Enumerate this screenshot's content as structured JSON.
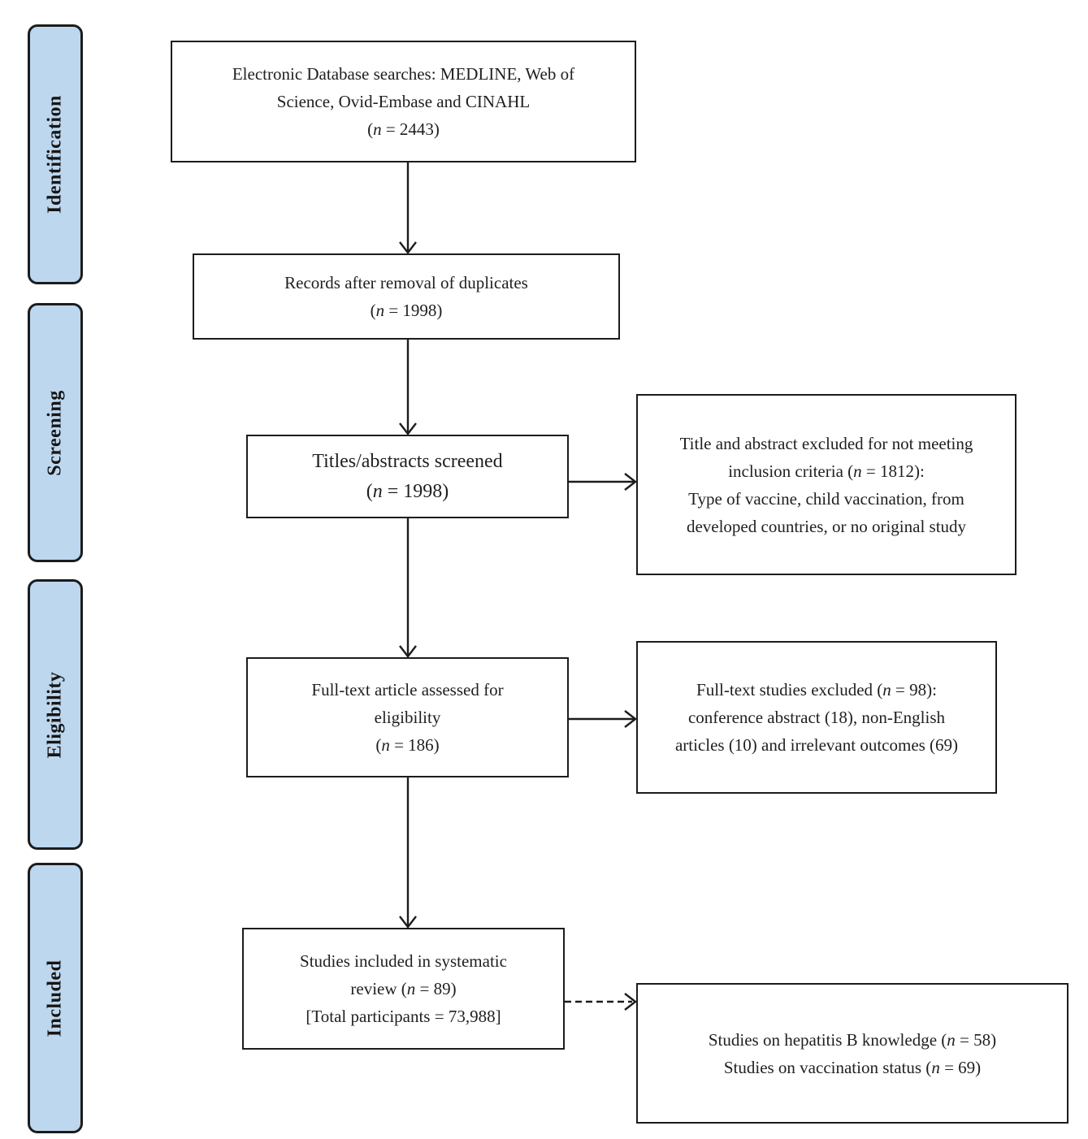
{
  "title": "PRISMA study selection flow diagram",
  "colors": {
    "stage_fill": "#BDD7EE",
    "line_color": "#1c1c1c",
    "box_fill": "#ffffff",
    "text_color": "#1f1f1f"
  },
  "sidebar": {
    "items": [
      {
        "label": "Identification"
      },
      {
        "label": "Screening"
      },
      {
        "label": "Eligibility"
      },
      {
        "label": "Included"
      }
    ]
  },
  "flow_boxes": [
    {
      "id": "database-search",
      "lines": [
        [
          {
            "t": "Electronic Database searches: MEDLINE, Web of"
          }
        ],
        [
          {
            "t": "Science, Ovid-Embase and CINAHL"
          }
        ],
        [
          {
            "t": "("
          },
          {
            "t": "n",
            "i": 1
          },
          {
            "t": " = 2443)"
          }
        ]
      ]
    },
    {
      "id": "duplicates-removed",
      "lines": [
        [
          {
            "t": "Records after removal of duplicates"
          }
        ],
        [
          {
            "t": "("
          },
          {
            "t": "n",
            "i": 1
          },
          {
            "t": " = 1998)"
          }
        ]
      ]
    },
    {
      "id": "titles-abstracts-screened",
      "lines": [
        [
          {
            "t": "Titles/abstracts screened"
          }
        ],
        [
          {
            "t": "("
          },
          {
            "t": "n",
            "i": 1
          },
          {
            "t": " = 1998)"
          }
        ]
      ]
    },
    {
      "id": "fulltext-assessed",
      "lines": [
        [
          {
            "t": "Full-text article assessed for"
          }
        ],
        [
          {
            "t": "eligibility"
          }
        ],
        [
          {
            "t": "("
          },
          {
            "t": "n",
            "i": 1
          },
          {
            "t": " = 186)"
          }
        ]
      ]
    },
    {
      "id": "studies-included",
      "lines": [
        [
          {
            "t": "Studies included in systematic"
          }
        ],
        [
          {
            "t": "review ("
          },
          {
            "t": "n",
            "i": 1
          },
          {
            "t": " = 89)"
          }
        ],
        [
          {
            "t": "[Total participants = 73,988]"
          }
        ]
      ]
    },
    {
      "id": "excluded-title-abstract",
      "lines": [
        [
          {
            "t": "Title and abstract excluded for not meeting"
          }
        ],
        [
          {
            "t": "inclusion criteria ("
          },
          {
            "t": "n",
            "i": 1
          },
          {
            "t": " = 1812):"
          }
        ],
        [
          {
            "t": "Type of vaccine, child vaccination, from"
          }
        ],
        [
          {
            "t": "developed countries, or no original study"
          }
        ]
      ]
    },
    {
      "id": "excluded-fulltext",
      "lines": [
        [
          {
            "t": "Full-text studies excluded ("
          },
          {
            "t": "n",
            "i": 1
          },
          {
            "t": " = 98):"
          }
        ],
        [
          {
            "t": "conference abstract (18), non-English"
          }
        ],
        [
          {
            "t": "articles (10) and irrelevant outcomes (69)"
          }
        ]
      ]
    },
    {
      "id": "outcome-studies",
      "lines": [
        [
          {
            "t": "Studies on hepatitis B knowledge ("
          },
          {
            "t": "n",
            "i": 1
          },
          {
            "t": " = 58)"
          }
        ],
        [
          {
            "t": "Studies on vaccination status ("
          },
          {
            "t": "n",
            "i": 1
          },
          {
            "t": " = 69)"
          }
        ]
      ]
    }
  ]
}
